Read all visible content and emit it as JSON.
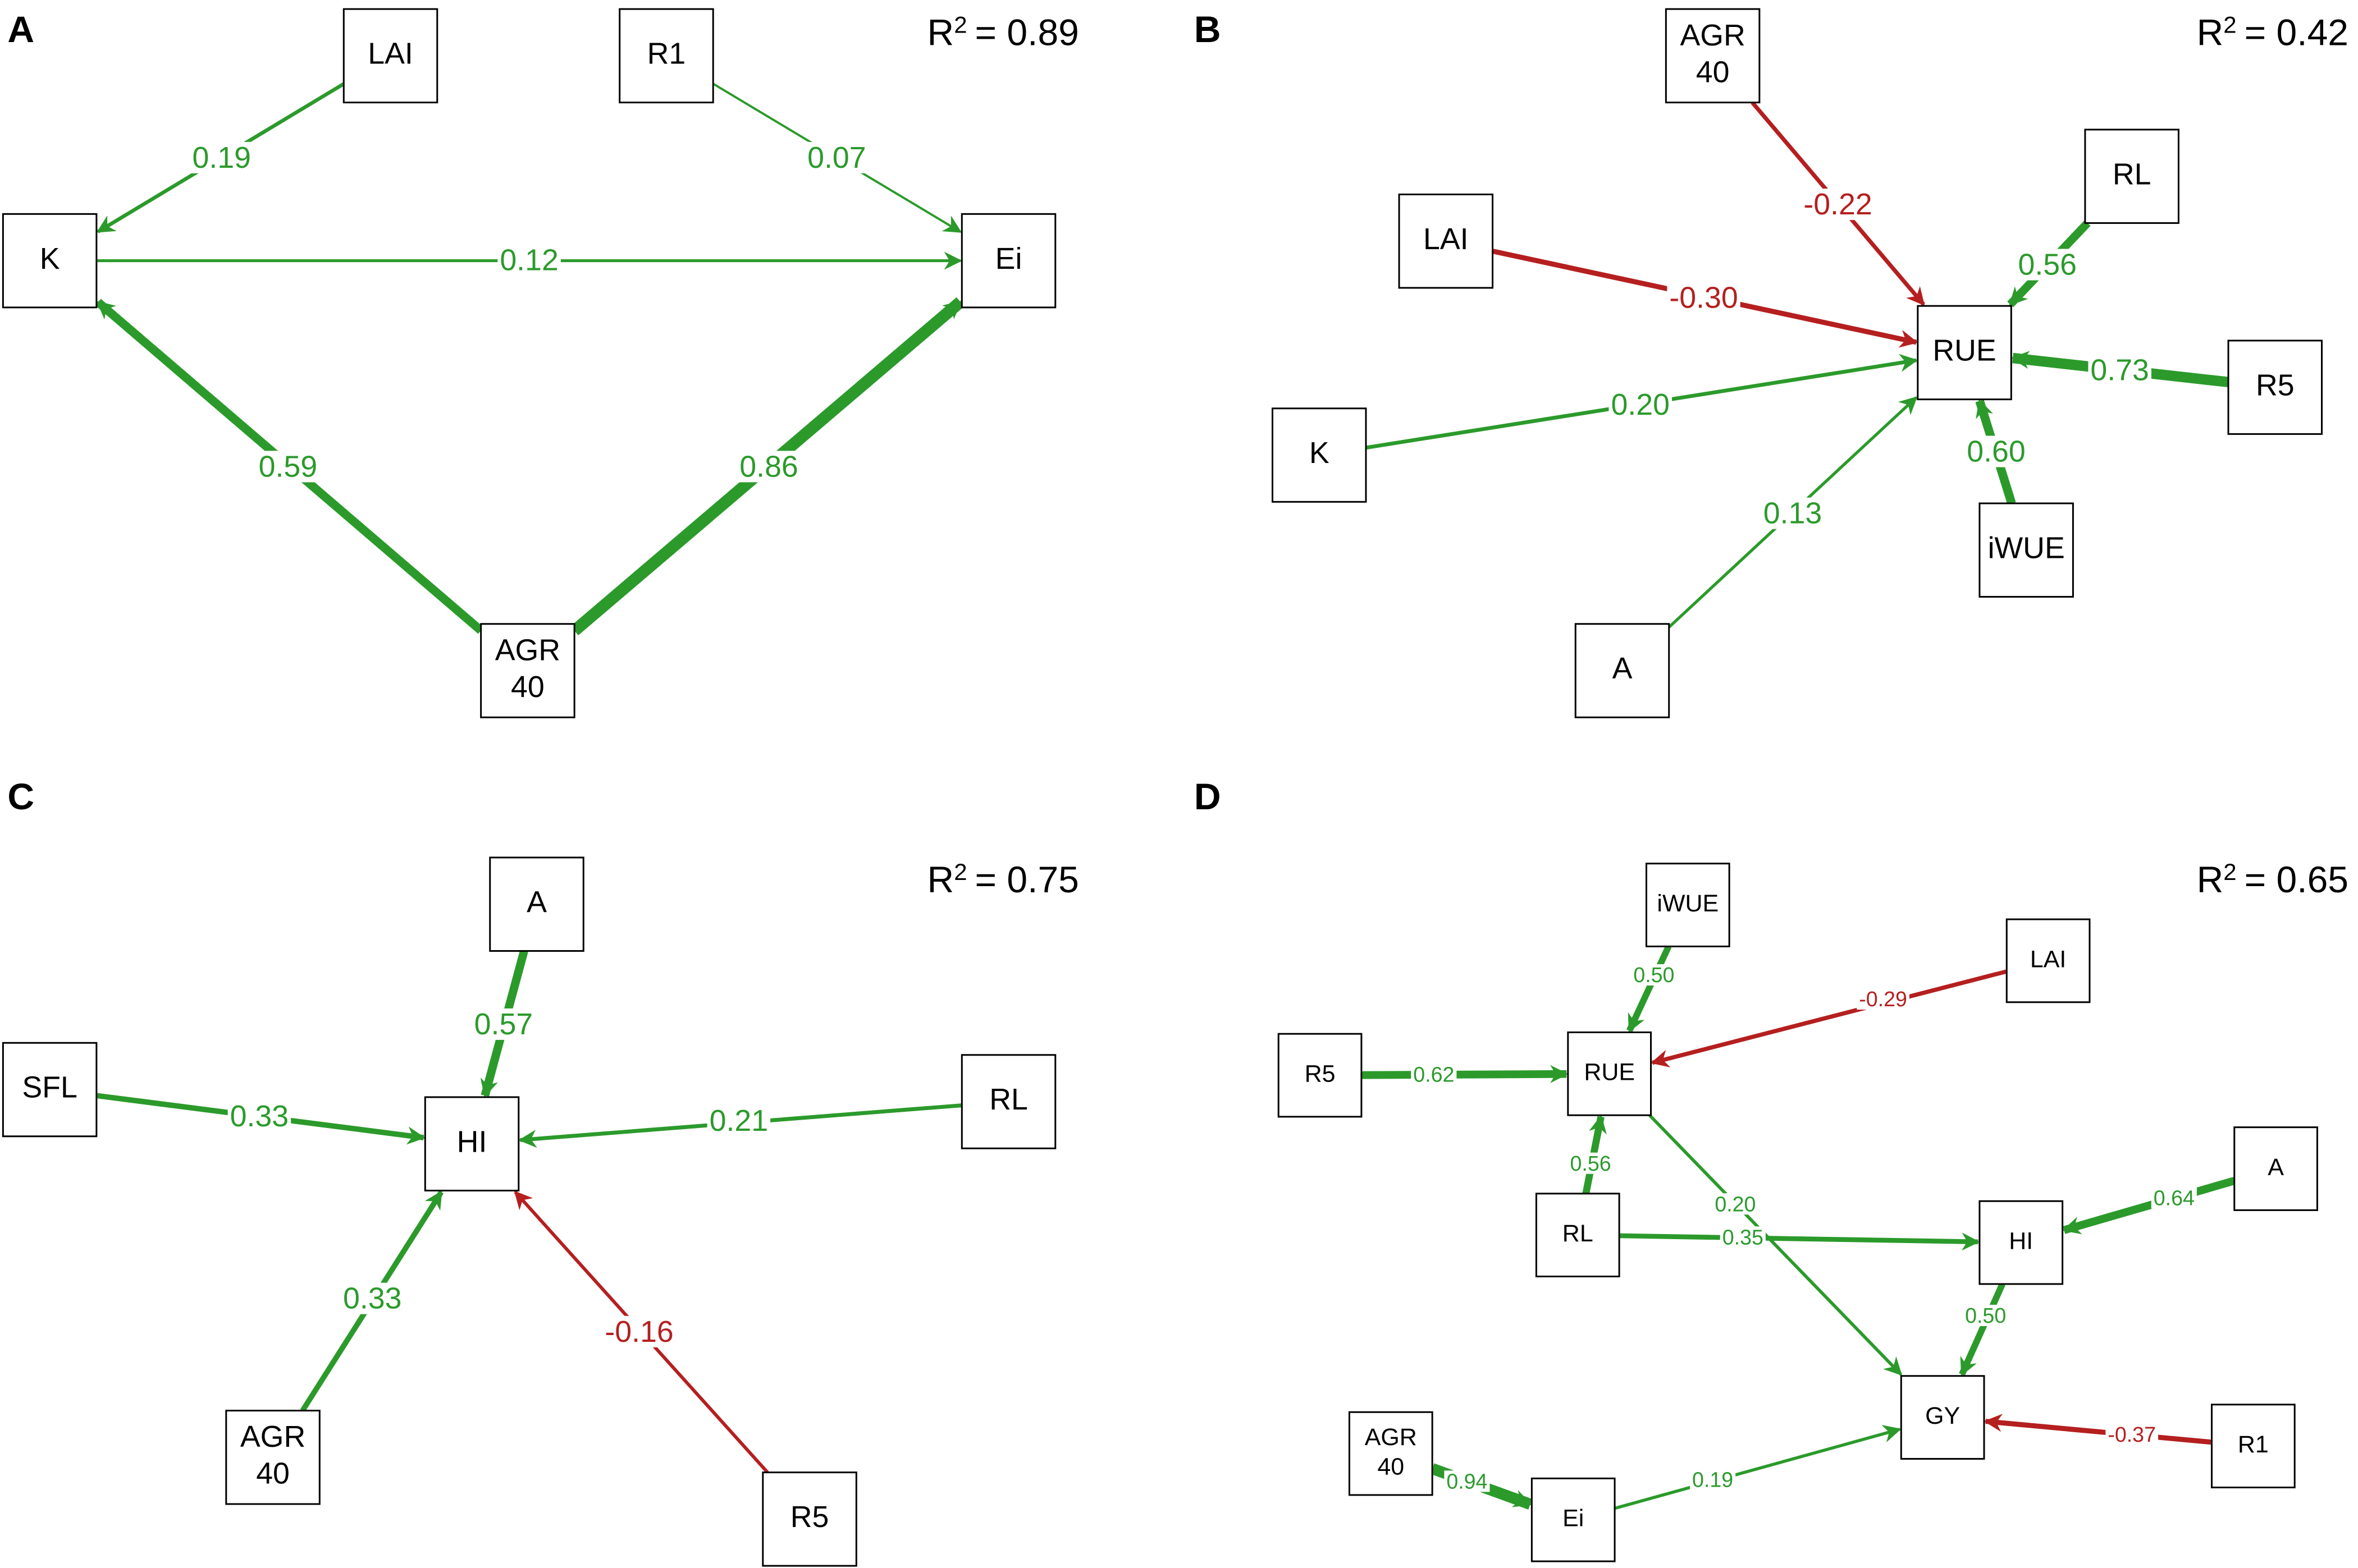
{
  "colors": {
    "positive": "#2b9a2b",
    "negative": "#b51f1f"
  },
  "panels": [
    {
      "letter": "A",
      "r2_label": "R",
      "r2_sup": "2",
      "r2_value": "= 0.89",
      "nodes": [
        {
          "id": "LAI",
          "lines": [
            "LAI"
          ]
        },
        {
          "id": "R1",
          "lines": [
            "R1"
          ]
        },
        {
          "id": "K",
          "lines": [
            "K"
          ]
        },
        {
          "id": "Ei",
          "lines": [
            "Ei"
          ]
        },
        {
          "id": "AGR40",
          "lines": [
            "AGR",
            "40"
          ]
        }
      ],
      "edges": [
        {
          "from": "LAI",
          "to": "K",
          "value": "0.19",
          "sign": "positive"
        },
        {
          "from": "R1",
          "to": "Ei",
          "value": "0.07",
          "sign": "positive"
        },
        {
          "from": "K",
          "to": "Ei",
          "value": "0.12",
          "sign": "positive"
        },
        {
          "from": "AGR40",
          "to": "K",
          "value": "0.59",
          "sign": "positive"
        },
        {
          "from": "AGR40",
          "to": "Ei",
          "value": "0.86",
          "sign": "positive"
        }
      ]
    },
    {
      "letter": "B",
      "r2_label": "R",
      "r2_sup": "2",
      "r2_value": "= 0.42",
      "nodes": [
        {
          "id": "AGR40",
          "lines": [
            "AGR",
            "40"
          ]
        },
        {
          "id": "RL",
          "lines": [
            "RL"
          ]
        },
        {
          "id": "LAI",
          "lines": [
            "LAI"
          ]
        },
        {
          "id": "RUE",
          "lines": [
            "RUE"
          ]
        },
        {
          "id": "R5",
          "lines": [
            "R5"
          ]
        },
        {
          "id": "K",
          "lines": [
            "K"
          ]
        },
        {
          "id": "iWUE",
          "lines": [
            "iWUE"
          ]
        },
        {
          "id": "A",
          "lines": [
            "A"
          ]
        }
      ],
      "edges": [
        {
          "from": "AGR40",
          "to": "RUE",
          "value": "-0.22",
          "sign": "negative"
        },
        {
          "from": "RL",
          "to": "RUE",
          "value": "0.56",
          "sign": "positive"
        },
        {
          "from": "LAI",
          "to": "RUE",
          "value": "-0.30",
          "sign": "negative"
        },
        {
          "from": "R5",
          "to": "RUE",
          "value": "0.73",
          "sign": "positive"
        },
        {
          "from": "K",
          "to": "RUE",
          "value": "0.20",
          "sign": "positive"
        },
        {
          "from": "iWUE",
          "to": "RUE",
          "value": "0.60",
          "sign": "positive"
        },
        {
          "from": "A",
          "to": "RUE",
          "value": "0.13",
          "sign": "positive"
        }
      ]
    },
    {
      "letter": "C",
      "r2_label": "R",
      "r2_sup": "2",
      "r2_value": "= 0.75",
      "nodes": [
        {
          "id": "A",
          "lines": [
            "A"
          ]
        },
        {
          "id": "SFL",
          "lines": [
            "SFL"
          ]
        },
        {
          "id": "RL",
          "lines": [
            "RL"
          ]
        },
        {
          "id": "HI",
          "lines": [
            "HI"
          ]
        },
        {
          "id": "AGR40",
          "lines": [
            "AGR",
            "40"
          ]
        },
        {
          "id": "R5",
          "lines": [
            "R5"
          ]
        }
      ],
      "edges": [
        {
          "from": "A",
          "to": "HI",
          "value": "0.57",
          "sign": "positive"
        },
        {
          "from": "SFL",
          "to": "HI",
          "value": "0.33",
          "sign": "positive"
        },
        {
          "from": "RL",
          "to": "HI",
          "value": "0.21",
          "sign": "positive"
        },
        {
          "from": "AGR40",
          "to": "HI",
          "value": "0.33",
          "sign": "positive"
        },
        {
          "from": "R5",
          "to": "HI",
          "value": "-0.16",
          "sign": "negative"
        }
      ]
    },
    {
      "letter": "D",
      "r2_label": "R",
      "r2_sup": "2",
      "r2_value": "= 0.65",
      "nodes": [
        {
          "id": "iWUE",
          "lines": [
            "iWUE"
          ]
        },
        {
          "id": "LAI",
          "lines": [
            "LAI"
          ]
        },
        {
          "id": "R5",
          "lines": [
            "R5"
          ]
        },
        {
          "id": "RUE",
          "lines": [
            "RUE"
          ]
        },
        {
          "id": "A",
          "lines": [
            "A"
          ]
        },
        {
          "id": "RL",
          "lines": [
            "RL"
          ]
        },
        {
          "id": "HI",
          "lines": [
            "HI"
          ]
        },
        {
          "id": "AGR40",
          "lines": [
            "AGR",
            "40"
          ]
        },
        {
          "id": "GY",
          "lines": [
            "GY"
          ]
        },
        {
          "id": "R1",
          "lines": [
            "R1"
          ]
        },
        {
          "id": "Ei",
          "lines": [
            "Ei"
          ]
        }
      ],
      "edges": [
        {
          "from": "iWUE",
          "to": "RUE",
          "value": "0.50",
          "sign": "positive"
        },
        {
          "from": "LAI",
          "to": "RUE",
          "value": "-0.29",
          "sign": "negative"
        },
        {
          "from": "R5",
          "to": "RUE",
          "value": "0.62",
          "sign": "positive"
        },
        {
          "from": "RL",
          "to": "RUE",
          "value": "0.56",
          "sign": "positive"
        },
        {
          "from": "RUE",
          "to": "GY",
          "value": "0.20",
          "sign": "positive"
        },
        {
          "from": "RL",
          "to": "HI",
          "value": "0.35",
          "sign": "positive"
        },
        {
          "from": "A",
          "to": "HI",
          "value": "0.64",
          "sign": "positive"
        },
        {
          "from": "HI",
          "to": "GY",
          "value": "0.50",
          "sign": "positive"
        },
        {
          "from": "AGR40",
          "to": "Ei",
          "value": "0.94",
          "sign": "positive"
        },
        {
          "from": "Ei",
          "to": "GY",
          "value": "0.19",
          "sign": "positive"
        },
        {
          "from": "R1",
          "to": "GY",
          "value": "-0.37",
          "sign": "negative"
        }
      ]
    }
  ]
}
